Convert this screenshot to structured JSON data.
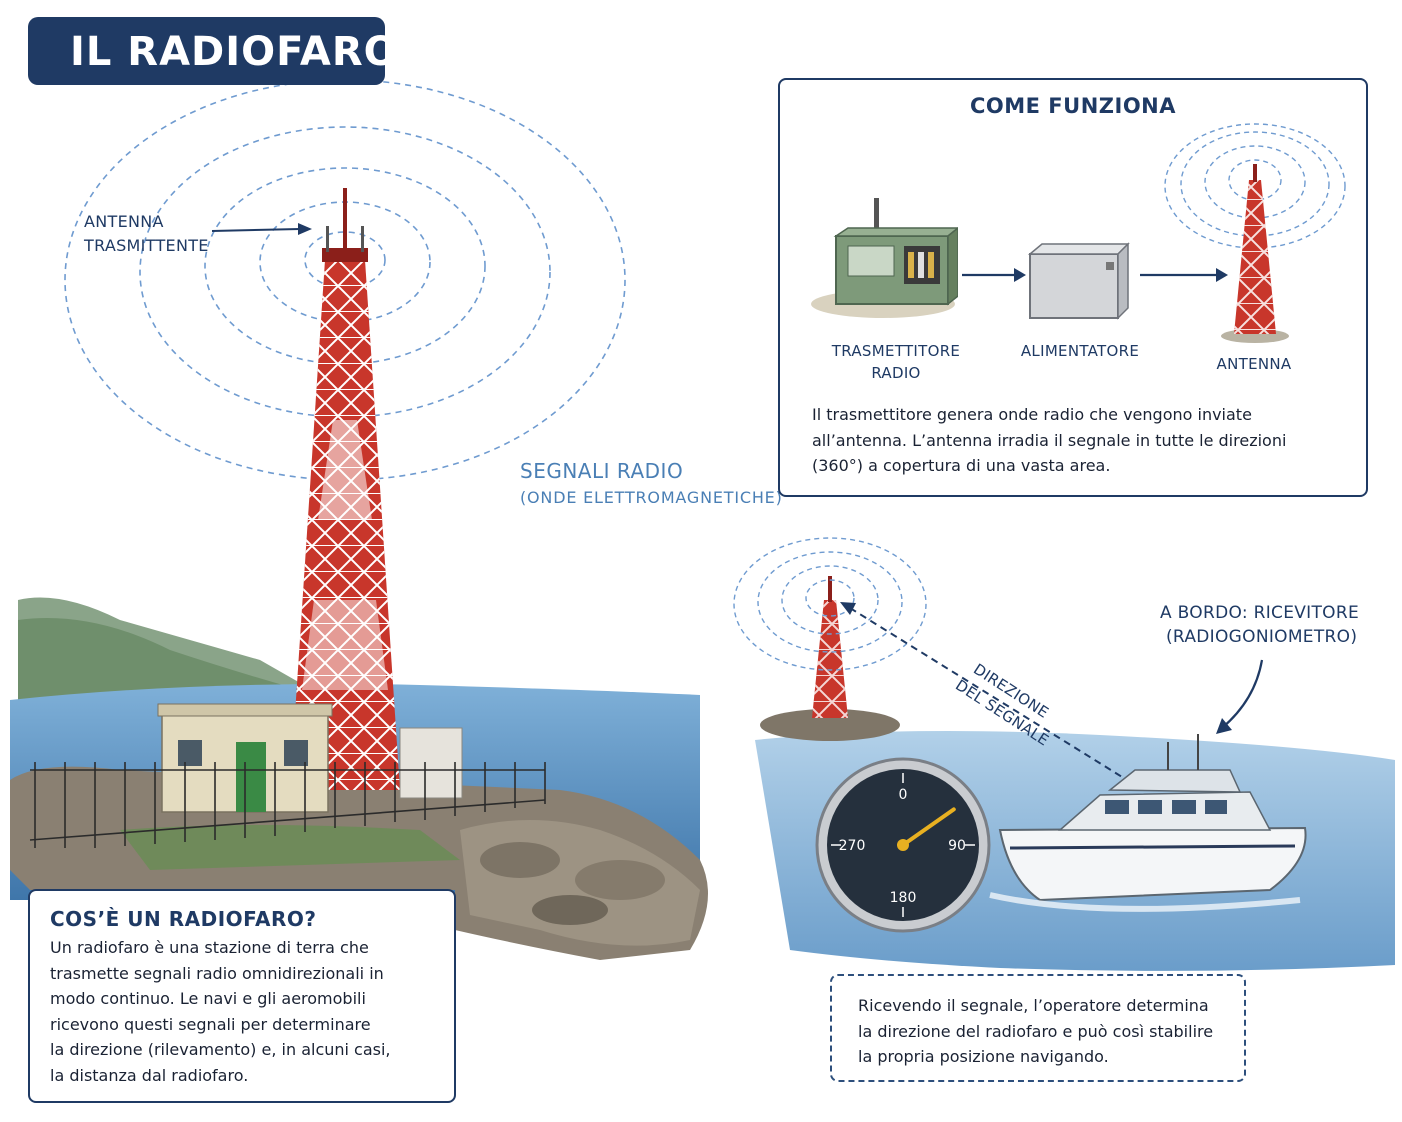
{
  "title": "IL RADIOFARO",
  "labels": {
    "antenna_transmitting": [
      "ANTENNA",
      "TRASMITTENTE"
    ],
    "radio_signals": "SEGNALI RADIO",
    "radio_signals_sub": "(ONDE ELETTROMAGNETICHE)",
    "signal_direction": [
      "DIREZIONE",
      "DEL SEGNALE"
    ],
    "onboard_receiver": [
      "A BORDO: RICEVITORE",
      "(RADIOGONIOMETRO)"
    ]
  },
  "how_it_works": {
    "heading": "COME FUNZIONA",
    "components": [
      {
        "label": [
          "TRASMETTITORE",
          "RADIO"
        ],
        "icon": "transmitter-box-icon"
      },
      {
        "label": [
          "ALIMENTATORE"
        ],
        "icon": "power-supply-icon"
      },
      {
        "label": [
          "ANTENNA"
        ],
        "icon": "antenna-tower-icon"
      }
    ],
    "description": [
      "Il trasmettitore genera onde radio che vengono inviate",
      "all’antenna. L’antenna irradia il segnale in tutte le direzioni",
      "(360°) a copertura di una vasta area."
    ]
  },
  "what_is": {
    "heading": "COS’È UN RADIOFARO?",
    "description": [
      "Un radiofaro è una stazione di terra che",
      "trasmette segnali radio omnidirezionali in",
      "modo continuo. Le navi e gli aeromobili",
      "ricevono questi segnali per determinare",
      "la direzione (rilevamento) e, in alcuni casi,",
      "la distanza dal radiofaro."
    ]
  },
  "receiving": {
    "description": [
      "Ricevendo il segnale, l’operatore determina",
      "la direzione del radiofaro e può così stabilire",
      "la propria posizione navigando."
    ]
  },
  "compass": {
    "marks": [
      "0",
      "90",
      "180",
      "270"
    ],
    "bearing_deg": 55
  },
  "colors": {
    "navy": "#1f3a64",
    "wave_blue": "#6f9bd0",
    "tower_red": "#c8362b",
    "sea": "#4f86b8",
    "transmitter_green": "#7e9a7a",
    "needle": "#e8b021"
  }
}
